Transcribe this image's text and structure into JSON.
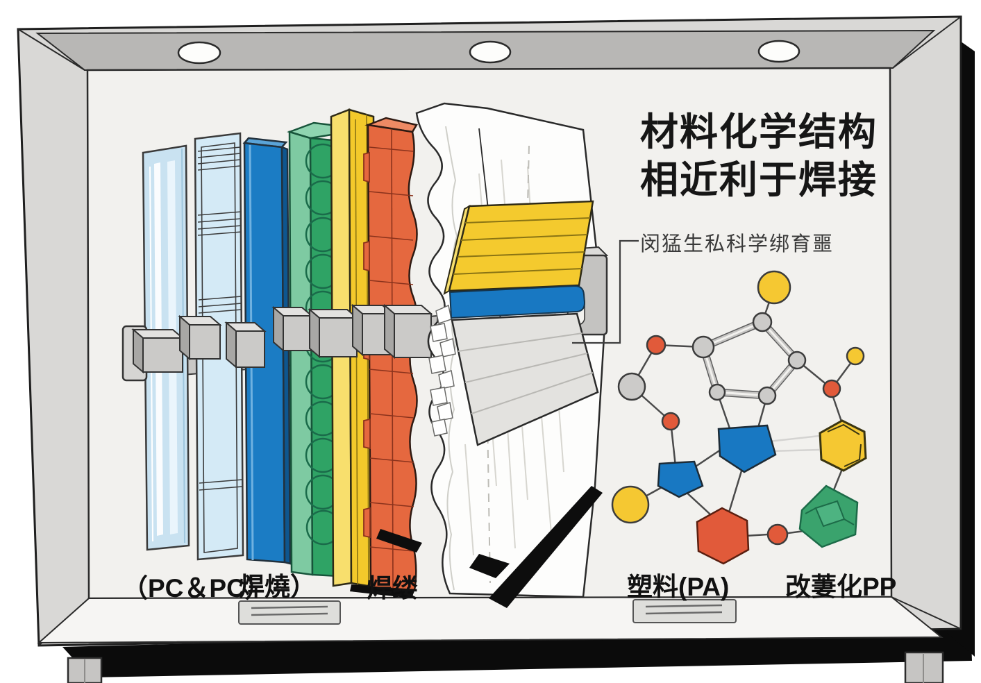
{
  "scene": {
    "description": "Hand-drawn infographic on a gray display board: six material layers joined by a rod, a welded flange assembly on a white foam board, and a polymer molecule diagram",
    "title": {
      "line1": "材料化学结构",
      "line2": "相近利于焊接",
      "color": "#161616"
    },
    "callout": {
      "text": "闵猛生私科学绑育噩"
    },
    "bottom_labels": {
      "pc_pair": "（PC＆PC）",
      "weld_a": "焊燒）",
      "weld_b": "焊缕",
      "plastic_pa": "塑料(PA)",
      "modified_pp": "改萋化PP"
    },
    "board": {
      "lights_count": 3,
      "plaques_count": 2,
      "legs_count": 2
    },
    "palette": {
      "frame": "#d9d8d6",
      "frame_bevel": "#b8b7b5",
      "display_bg": "#f2f1ee",
      "ink": "#1f1f1f",
      "shadow": "#0b0b0b",
      "glass_blue": "#c9e2f1",
      "blue": "#1b7cc4",
      "green": "#2fa365",
      "yellow": "#f3c92b",
      "orange": "#e5683f",
      "red": "#e15a3a",
      "rod_gray": "#c9c8c6",
      "white_board": "#fdfdfc"
    },
    "layers": [
      {
        "name": "glass pane front",
        "color": "#c9e2f1"
      },
      {
        "name": "glass pane back",
        "color": "#d4eaf6"
      },
      {
        "name": "blue sheet",
        "color": "#1b7cc4"
      },
      {
        "name": "green stud board",
        "color": "#2fa365"
      },
      {
        "name": "yellow ribbed board",
        "color": "#f3c92b"
      },
      {
        "name": "orange brick board",
        "color": "#e5683f"
      },
      {
        "name": "white foam board",
        "color": "#fdfdfc"
      }
    ],
    "flange_assembly": {
      "top_plate": "#f4ca2e",
      "weld_strip": "#1878c2",
      "bottom_plate": "#e3e2df",
      "bracket": "#c4c3c1"
    },
    "molecule": {
      "node_shapes": [
        "circle",
        "pentagon",
        "hexagon",
        "cube"
      ],
      "node_colors": [
        "#c9c8c6",
        "#e15a3a",
        "#f5c832",
        "#1878c2",
        "#3aa36d"
      ],
      "ring_bond_color": "#b9b8b6"
    }
  }
}
